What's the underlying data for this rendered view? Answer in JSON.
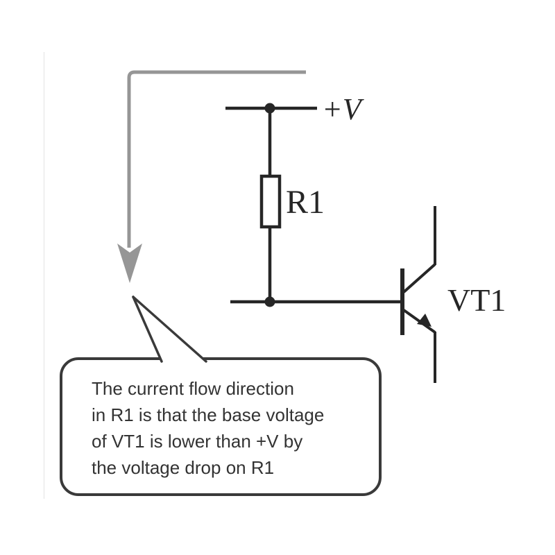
{
  "diagram": {
    "title": "transistor-base-bias-circuit",
    "labels": {
      "supply": "+V",
      "resistor": "R1",
      "transistor": "VT1"
    },
    "callout": {
      "lines": [
        "The current flow direction",
        "in R1 is that the base voltage",
        "of VT1 is lower than +V by",
        "the voltage drop on R1"
      ]
    },
    "colors": {
      "circuit": "#262626",
      "direction_arrow": "#969696",
      "callout_border": "#3a3a3a",
      "callout_fill": "#ffffff",
      "text": "#333333",
      "background": "#ffffff"
    }
  }
}
